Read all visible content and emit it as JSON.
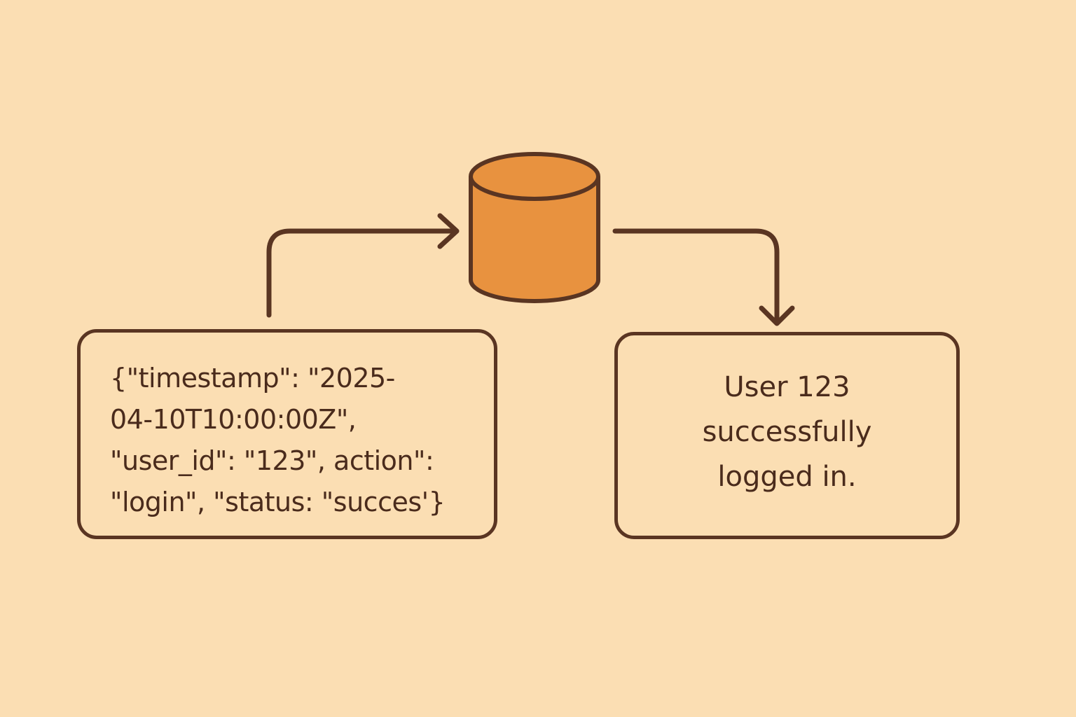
{
  "colors": {
    "background": "#fbdeb3",
    "stroke": "#5a3522",
    "text": "#4a2b1c",
    "database_fill": "#e8923f"
  },
  "icons": {
    "database": "database-cylinder-icon",
    "arrow_to_db": "arrow-right-icon",
    "arrow_from_db": "arrow-down-icon"
  },
  "log_entry": {
    "lines": [
      "{\"timestamp\": \"2025-",
      "04-10T10:00:00Z\",",
      "\"user_id\": \"123\", action\":",
      "\"login\", \"status: \"succes'}"
    ]
  },
  "message": {
    "lines": [
      "User 123",
      "successfully",
      "logged in."
    ]
  }
}
